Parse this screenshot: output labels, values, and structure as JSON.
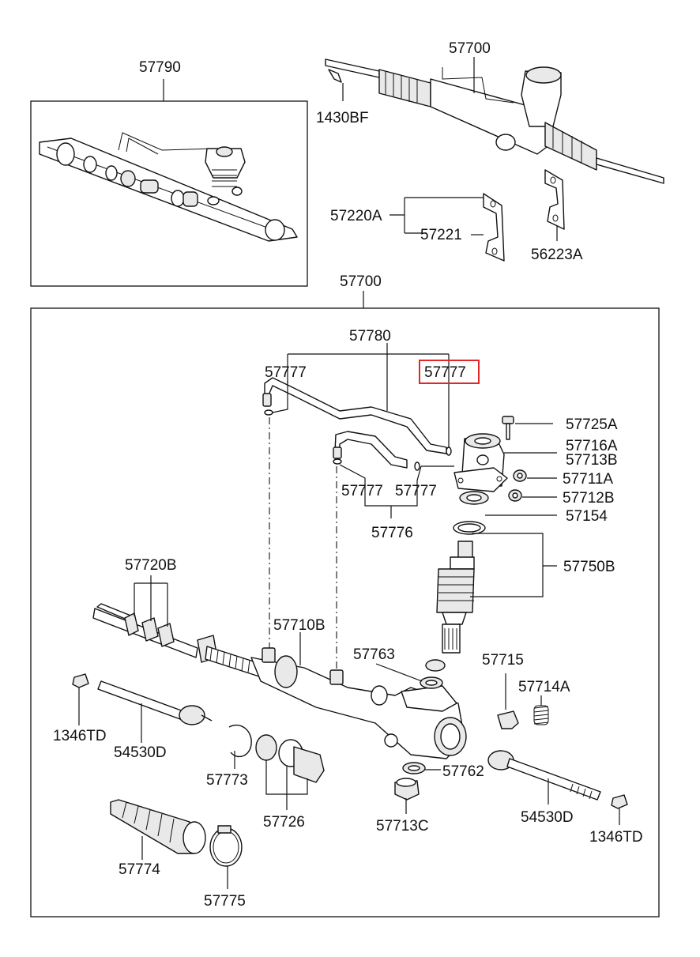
{
  "labels": {
    "kit_57790": "57790",
    "assy_top": "57700",
    "bolt_1430bf": "1430BF",
    "clamp_57220a": "57220A",
    "clamp_57221": "57221",
    "clamp_56223a": "56223A",
    "assy_frame": "57700",
    "tube_set_57780": "57780",
    "oring_left": "57777",
    "oring_highlight": "57777",
    "bolt_57725a": "57725A",
    "housing_57716a": "57716A",
    "housing_57713b": "57713B",
    "nut_57711a": "57711A",
    "nut_57712b": "57712B",
    "seal_57154": "57154",
    "oring_lower_a": "57777",
    "oring_lower_b": "57777",
    "tube_57776": "57776",
    "valve_57750b": "57750B",
    "bushing_57720b": "57720B",
    "rack_57710b": "57710B",
    "seal_57763": "57763",
    "yoke_57715": "57715",
    "spring_57714a": "57714A",
    "nut_1346td_left": "1346TD",
    "tierod_54530d_left": "54530D",
    "ring_57773": "57773",
    "bushing_57726": "57726",
    "seal_57762": "57762",
    "plug_57713c": "57713C",
    "tierod_54530d_right": "54530D",
    "nut_1346td_right": "1346TD",
    "boot_57774": "57774",
    "band_57775": "57775"
  },
  "colors": {
    "line": "#111111",
    "highlight": "#e0282a",
    "fill": "#ffffff",
    "shade": "#e9e9e9"
  }
}
